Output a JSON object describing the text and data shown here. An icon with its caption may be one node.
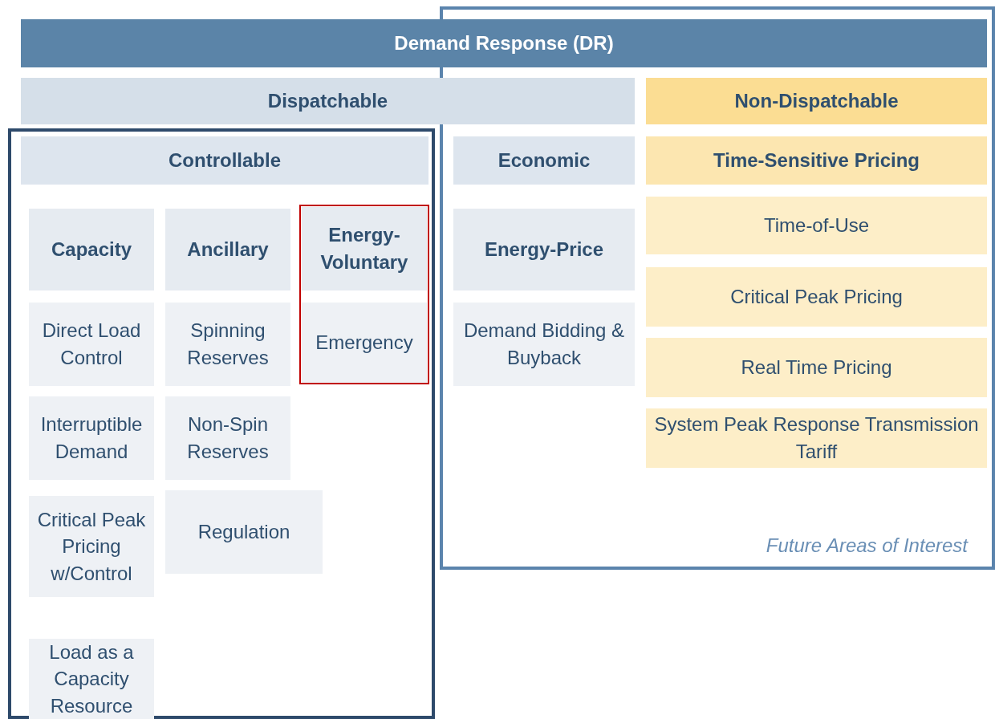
{
  "diagram": {
    "nodes": [
      {
        "text": [
          "Demand Response (DR)"
        ]
      },
      {
        "text": [
          "Dispatchable"
        ]
      },
      {
        "text": [
          "Future Areas of Interest"
        ]
      },
      {
        "text": [
          "Non-Dispatchable"
        ],
        "in": 2
      },
      {
        "text": [],
        "shape": "box"
      },
      {
        "text": [
          "Controllable"
        ],
        "in": 4
      },
      {
        "text": [
          "Capacity"
        ],
        "in": 4
      },
      {
        "text": [
          "Ancillary"
        ],
        "in": 4
      },
      {
        "text": [],
        "shape": "box",
        "in": 4
      },
      {
        "text": [
          "Energy-Voluntary"
        ],
        "in": 8
      },
      {
        "text": [
          "Economic"
        ],
        "in": 2
      },
      {
        "text": [
          "Energy-Price"
        ],
        "in": 2
      },
      {
        "text": [
          "Time-Sensitive Pricing"
        ],
        "in": 2
      },
      {
        "text": [
          "Time-of-Use"
        ],
        "in": 2
      },
      {
        "text": [
          "Direct Load Control"
        ],
        "in": 4
      },
      {
        "text": [
          "Spinning Reserves"
        ],
        "in": 4
      },
      {
        "text": [
          "Emergency"
        ],
        "in": 8
      },
      {
        "text": [
          "Demand Bidding & Buyback"
        ],
        "in": 2
      },
      {
        "text": [
          "Critical Peak Pricing"
        ],
        "in": 2
      },
      {
        "text": [
          "Interruptible Demand"
        ],
        "in": 4
      },
      {
        "text": [
          "Non-Spin Reserves"
        ],
        "in": 4
      },
      {
        "text": [
          "Real Time Pricing"
        ],
        "in": 2
      },
      {
        "text": [
          "System Peak Response Transmission Tariff"
        ],
        "in": 2
      },
      {
        "text": [
          "Critical Peak Pricing w/Control"
        ],
        "in": 4
      },
      {
        "text": [
          "Regulation"
        ],
        "in": 4
      },
      {
        "text": [
          "Load as a Capacity Resource"
        ],
        "in": 4
      }
    ],
    "edges": []
  }
}
